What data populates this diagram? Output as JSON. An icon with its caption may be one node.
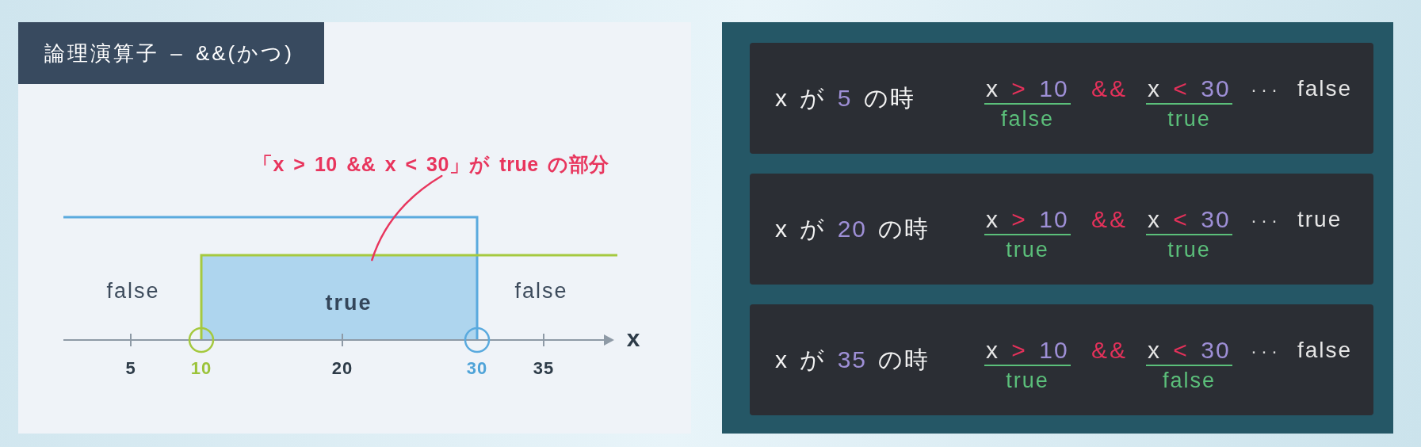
{
  "diagram": {
    "nodes": [
      {
        "text": [],
        "shape": "box"
      },
      {
        "text": [
          "論理演算子 – &&(かつ)"
        ],
        "in": 0
      },
      {
        "text": [
          "「x > 10 && x < 30」が true の部分"
        ],
        "in": 0
      },
      {
        "text": [
          "true"
        ],
        "in": 0
      },
      {
        "text": [],
        "shape": "box"
      },
      {
        "text": [
          "x が 5 の時",
          "x > 10",
          "false",
          "&&",
          "x < 30",
          "true",
          "···",
          "false"
        ],
        "in": 4
      },
      {
        "text": [
          "x が 20 の時",
          "x > 10",
          "true",
          "&&",
          "x < 30",
          "true",
          "···",
          "true"
        ],
        "in": 4
      },
      {
        "text": [
          "x が 35 の時",
          "x > 10",
          "true",
          "&&",
          "x < 30",
          "false",
          "···",
          "false"
        ],
        "in": 4
      }
    ],
    "edges": [
      {
        "from": 2,
        "to": 3,
        "arrow": "none"
      }
    ],
    "labels": [
      "false",
      "false",
      "x",
      "5",
      "10",
      "20",
      "30",
      "35"
    ]
  }
}
